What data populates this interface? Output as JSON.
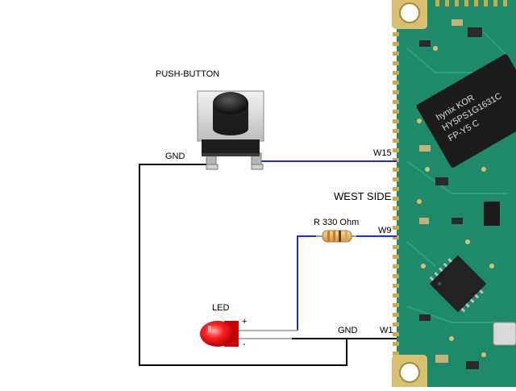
{
  "diagram": {
    "components": {
      "push_button": {
        "label": "PUSH-BUTTON"
      },
      "resistor": {
        "label": "R 330 Ohm"
      },
      "led": {
        "label": "LED",
        "anode_mark": "+",
        "cathode_mark": "-"
      },
      "board": {
        "side_label": "WEST SIDE",
        "chip_text_line1": "hynix  KOR",
        "chip_text_line2": "HY5PS1G1631C",
        "chip_text_line3": "FP-Y5  C"
      }
    },
    "pins": {
      "w15": "W15",
      "w9": "W9",
      "w1": "W1"
    },
    "grounds": {
      "button_gnd": "GND",
      "board_gnd": "GND"
    },
    "colors": {
      "signal_wire": "#1a2fd6",
      "ground_wire": "#000000",
      "pcb": "#1f8a6a",
      "led_red": "#ff2020"
    }
  }
}
